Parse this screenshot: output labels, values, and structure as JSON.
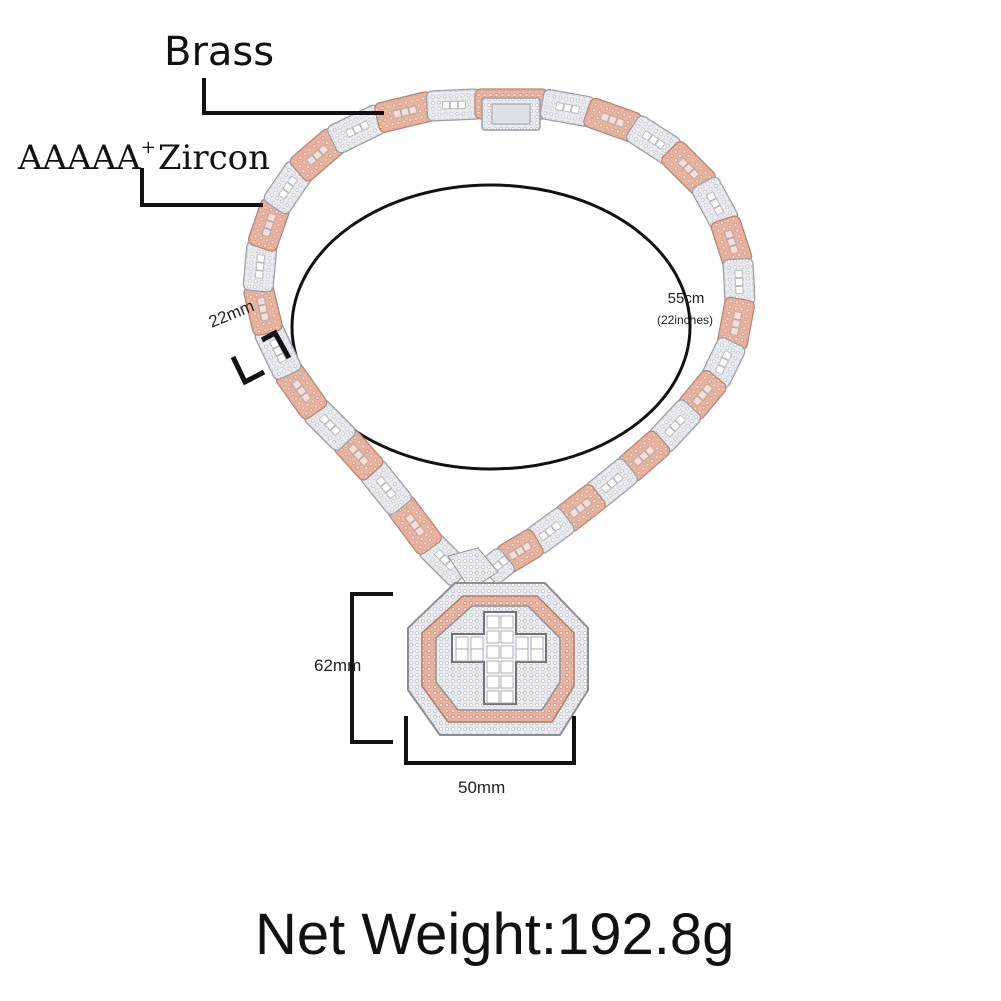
{
  "callouts": {
    "material_label": "Brass",
    "stone_grade": "AAAAA",
    "stone_grade_sup": "+",
    "stone_type": "Zircon"
  },
  "dimensions": {
    "chain_length": "55cm",
    "chain_length_inches": "(22inches)",
    "link_width": "22mm",
    "pendant_height": "62mm",
    "pendant_width": "50mm"
  },
  "weight_label": "Net Weight:192.8g",
  "colors": {
    "silver_tone": "#e6e7ea",
    "rose_tone": "#eab7a6",
    "stone_pink": "#f7dcd8",
    "outline": "#111111"
  },
  "icons": [
    "necklace-image",
    "cross-pendant-image"
  ]
}
